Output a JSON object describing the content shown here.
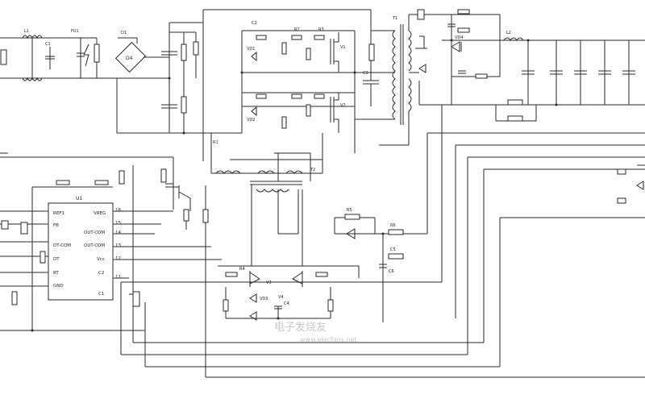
{
  "diagram": {
    "kind": "switching power supply schematic",
    "wire_color": "#2a2a2a",
    "background": "#ffffff",
    "watermark": {
      "main": "电子发烧友",
      "sub": "www.elecfans.net"
    },
    "ic_u1": {
      "left_pins": [
        "REF1",
        "FB",
        "DT-COM",
        "DT",
        "RT",
        "GND"
      ],
      "right_pins": [
        "VREG",
        "OUT-COM",
        "OUT-COM",
        "Vcc",
        "C2",
        "C1"
      ],
      "right_pin_numbers": [
        "16",
        "15",
        "14",
        "13",
        "12",
        "11"
      ]
    },
    "labels": {
      "input_inductor": "L1",
      "input_filter_cap": "C1",
      "fuse": "FU1",
      "bridge": "D1",
      "bridge_symbol": "D4",
      "mosfet_upper": "V1",
      "mosfet_lower": "V2",
      "main_transformer": "T1",
      "drive_transformer": "T2",
      "output_choke": "L2",
      "output_diode": "VD4",
      "pwm_ic": "U1",
      "driver_q1": "V3",
      "driver_q2": "V4",
      "res_r1": "R1",
      "res_r2": "R2",
      "res_r3": "R3",
      "res_r4": "R4",
      "res_r5": "R5",
      "res_r6": "R6",
      "cap_c2": "C2",
      "cap_c3": "C3",
      "cap_c4": "C4",
      "cap_c5": "C5",
      "cap_c6": "C6",
      "diode_vd1": "VD1",
      "diode_vd2": "VD2",
      "diode_vd3": "VD3"
    }
  }
}
